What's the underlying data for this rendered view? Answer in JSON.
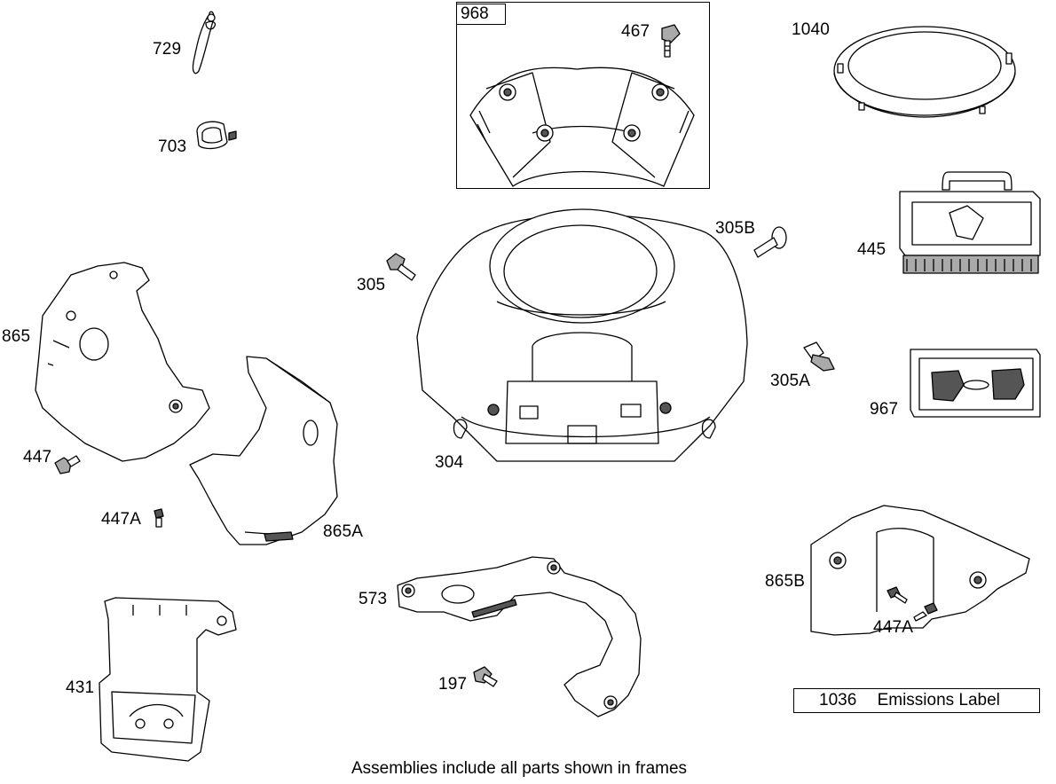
{
  "frame": {
    "label": "968"
  },
  "parts": [
    {
      "id": "729",
      "label": "729"
    },
    {
      "id": "703",
      "label": "703"
    },
    {
      "id": "467",
      "label": "467"
    },
    {
      "id": "1040",
      "label": "1040"
    },
    {
      "id": "305B",
      "label": "305B"
    },
    {
      "id": "445",
      "label": "445"
    },
    {
      "id": "305",
      "label": "305"
    },
    {
      "id": "865",
      "label": "865"
    },
    {
      "id": "305A",
      "label": "305A"
    },
    {
      "id": "967",
      "label": "967"
    },
    {
      "id": "304",
      "label": "304"
    },
    {
      "id": "447",
      "label": "447"
    },
    {
      "id": "447A-left",
      "label": "447A"
    },
    {
      "id": "865A",
      "label": "865A"
    },
    {
      "id": "573",
      "label": "573"
    },
    {
      "id": "865B",
      "label": "865B"
    },
    {
      "id": "447A-right",
      "label": "447A"
    },
    {
      "id": "431",
      "label": "431"
    },
    {
      "id": "197",
      "label": "197"
    }
  ],
  "legend": {
    "number": "1036",
    "text": "Emissions Label"
  },
  "caption": "Assemblies include all parts shown in frames"
}
